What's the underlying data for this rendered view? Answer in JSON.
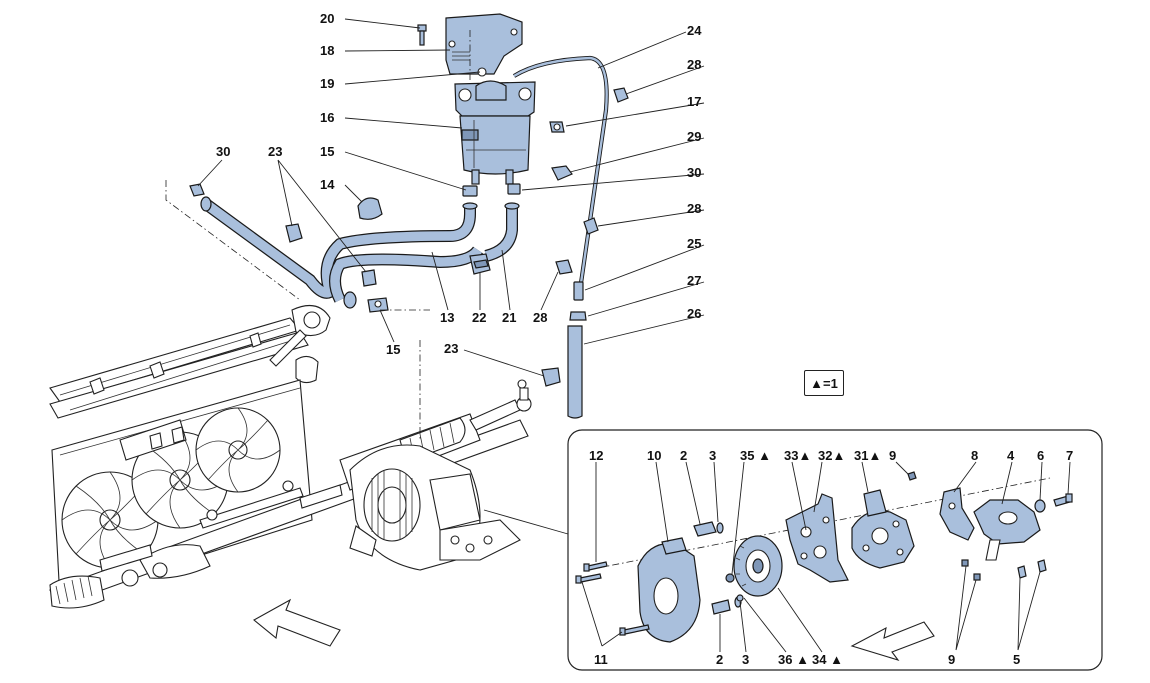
{
  "colors": {
    "part_fill": "#a9bfdc",
    "part_stroke": "#1a1a1a",
    "line": "#222222",
    "background": "#ffffff"
  },
  "legend": {
    "text": "▲=1"
  },
  "callouts": [
    {
      "id": "c20",
      "text": "20"
    },
    {
      "id": "c18",
      "text": "18"
    },
    {
      "id": "c19",
      "text": "19"
    },
    {
      "id": "c16",
      "text": "16"
    },
    {
      "id": "c15a",
      "text": "15"
    },
    {
      "id": "c14",
      "text": "14"
    },
    {
      "id": "c30a",
      "text": "30"
    },
    {
      "id": "c23a",
      "text": "23"
    },
    {
      "id": "c13",
      "text": "13"
    },
    {
      "id": "c22",
      "text": "22"
    },
    {
      "id": "c21",
      "text": "21"
    },
    {
      "id": "c28a",
      "text": "28"
    },
    {
      "id": "c15b",
      "text": "15"
    },
    {
      "id": "c24",
      "text": "24"
    },
    {
      "id": "c28b",
      "text": "28"
    },
    {
      "id": "c17",
      "text": "17"
    },
    {
      "id": "c29",
      "text": "29"
    },
    {
      "id": "c30b",
      "text": "30"
    },
    {
      "id": "c28c",
      "text": "28"
    },
    {
      "id": "c25",
      "text": "25"
    },
    {
      "id": "c27",
      "text": "27"
    },
    {
      "id": "c26",
      "text": "26"
    },
    {
      "id": "c23b",
      "text": "23"
    },
    {
      "id": "d12",
      "text": "12"
    },
    {
      "id": "d10",
      "text": "10"
    },
    {
      "id": "d2a",
      "text": "2"
    },
    {
      "id": "d3a",
      "text": "3"
    },
    {
      "id": "d35",
      "text": "35 ▲"
    },
    {
      "id": "d33",
      "text": "33▲"
    },
    {
      "id": "d32",
      "text": "32▲"
    },
    {
      "id": "d31",
      "text": "31▲"
    },
    {
      "id": "d9a",
      "text": "9"
    },
    {
      "id": "d8",
      "text": "8"
    },
    {
      "id": "d4",
      "text": "4"
    },
    {
      "id": "d6",
      "text": "6"
    },
    {
      "id": "d7",
      "text": "7"
    },
    {
      "id": "d11",
      "text": "11"
    },
    {
      "id": "d2b",
      "text": "2"
    },
    {
      "id": "d3b",
      "text": "3"
    },
    {
      "id": "d36",
      "text": "36 ▲"
    },
    {
      "id": "d34",
      "text": "34 ▲"
    },
    {
      "id": "d9b",
      "text": "9"
    },
    {
      "id": "d5",
      "text": "5"
    }
  ]
}
